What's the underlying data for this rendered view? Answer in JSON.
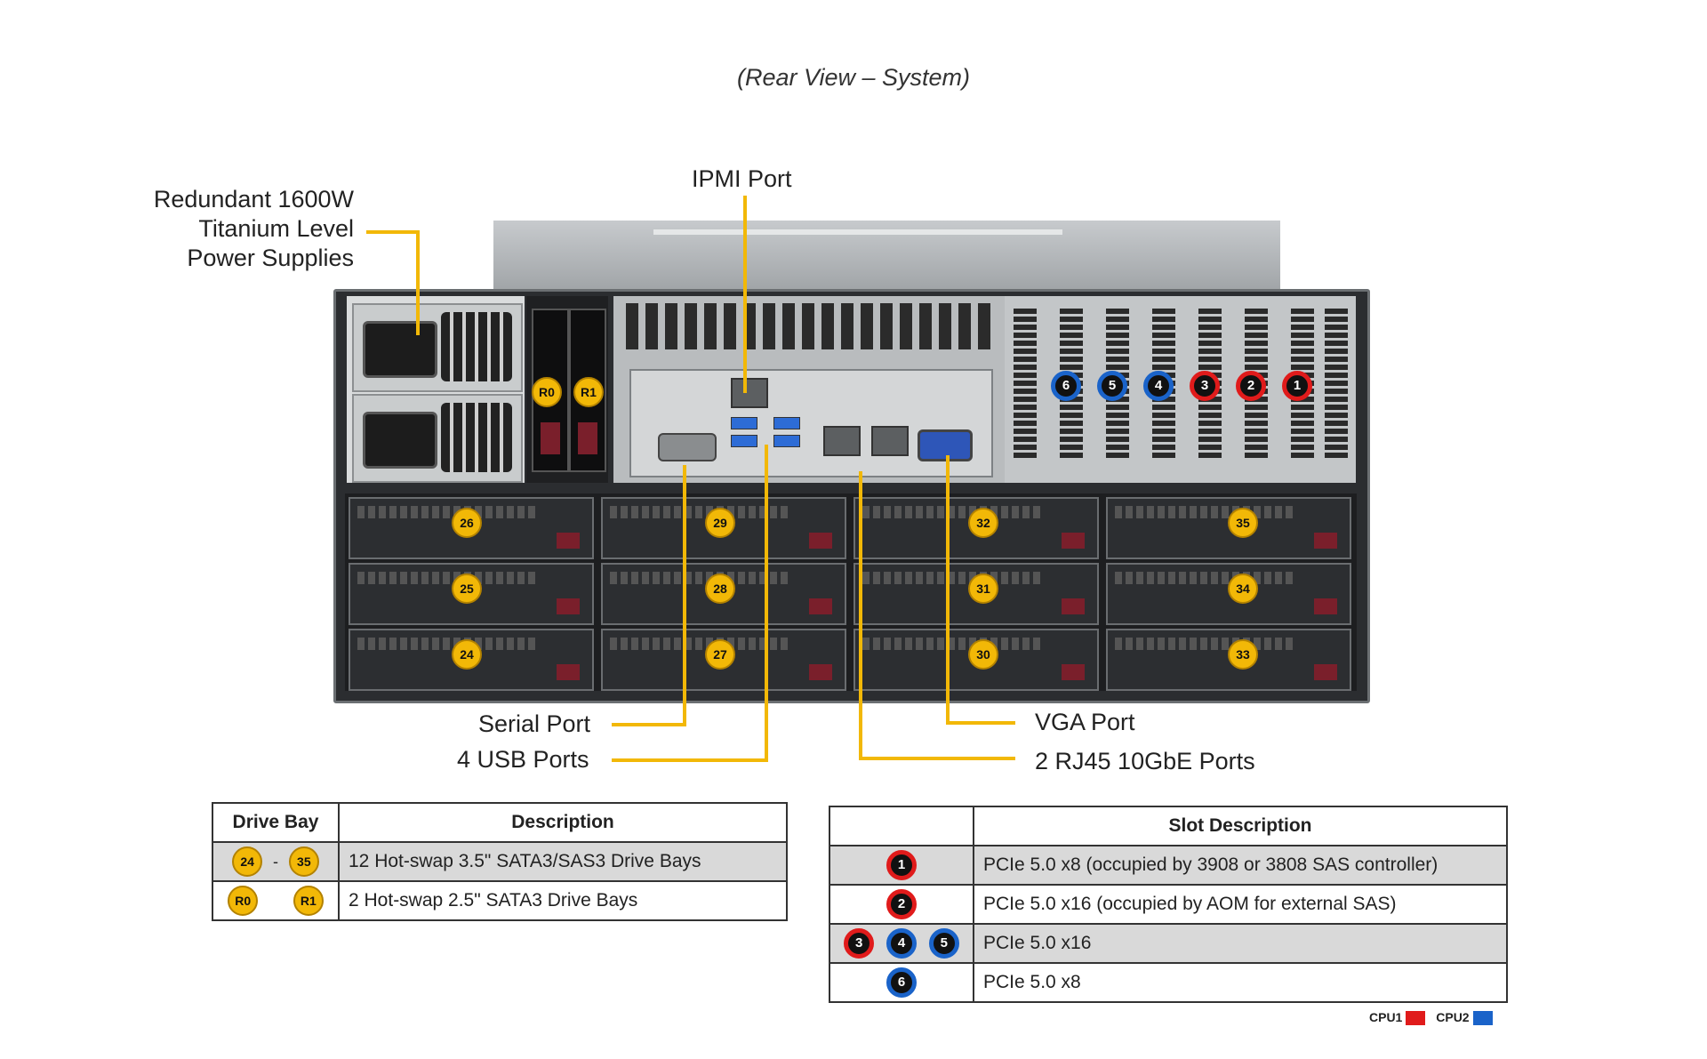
{
  "title": "(Rear View – System)",
  "callouts": {
    "psu": [
      "Redundant 1600W",
      "Titanium Level",
      "Power Supplies"
    ],
    "ipmi": "IPMI Port",
    "serial": "Serial Port",
    "usb": "4 USB Ports",
    "vga": "VGA Port",
    "rj45": "2 RJ45 10GbE Ports"
  },
  "bays": {
    "rear": [
      "R0",
      "R1"
    ],
    "front": [
      [
        "26",
        "29",
        "32",
        "35"
      ],
      [
        "25",
        "28",
        "31",
        "34"
      ],
      [
        "24",
        "27",
        "30",
        "33"
      ]
    ]
  },
  "slots": [
    {
      "label": "6",
      "cpu": "CPU2"
    },
    {
      "label": "5",
      "cpu": "CPU2"
    },
    {
      "label": "4",
      "cpu": "CPU2"
    },
    {
      "label": "3",
      "cpu": "CPU1"
    },
    {
      "label": "2",
      "cpu": "CPU1"
    },
    {
      "label": "1",
      "cpu": "CPU1"
    }
  ],
  "drive_table": {
    "headers": [
      "Drive Bay",
      "Description"
    ],
    "rows": [
      {
        "bay_from": "24",
        "dash": "-",
        "bay_to": "35",
        "desc": "12 Hot-swap 3.5\" SATA3/SAS3 Drive Bays"
      },
      {
        "bay_from": "R0",
        "bay_to": "R1",
        "desc": "2 Hot-swap 2.5\" SATA3 Drive Bays"
      }
    ]
  },
  "slot_table": {
    "header": "Slot Description",
    "rows": [
      {
        "slots": [
          "1"
        ],
        "desc": "PCIe 5.0 x8 (occupied by 3908 or 3808 SAS controller)"
      },
      {
        "slots": [
          "2"
        ],
        "desc": "PCIe 5.0 x16 (occupied by AOM for external SAS)"
      },
      {
        "slots": [
          "3",
          "4",
          "5"
        ],
        "desc": "PCIe 5.0 x16"
      },
      {
        "slots": [
          "6"
        ],
        "desc": "PCIe 5.0 x8"
      }
    ]
  },
  "legend": {
    "cpu1": "CPU1",
    "cpu1_color": "#e01b1b",
    "cpu2": "CPU2",
    "cpu2_color": "#1a63c9"
  }
}
